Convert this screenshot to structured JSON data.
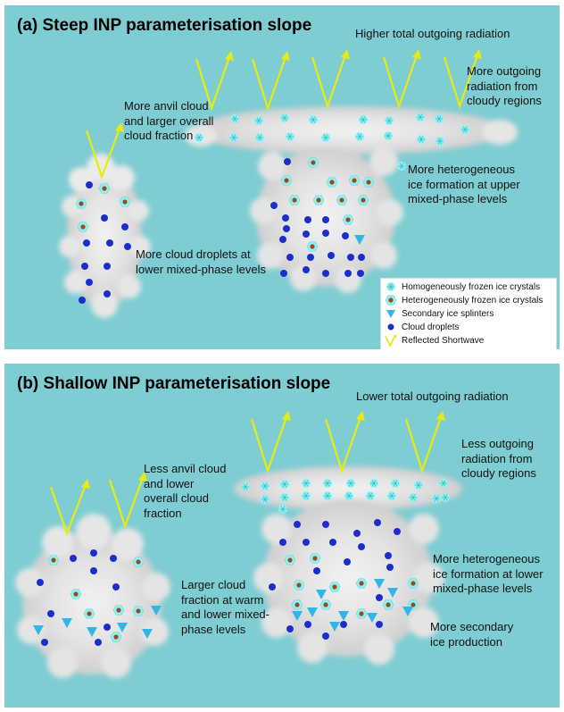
{
  "panel_a": {
    "title": "(a) Steep INP parameterisation slope",
    "annotations": {
      "total_radiation": "Higher total outgoing radiation",
      "cloudy_radiation": "More outgoing\nradiation from\ncloudy regions",
      "anvil": "More anvil cloud\nand larger overall\ncloud fraction",
      "heterogeneous": "More heterogeneous\nice formation at upper\nmixed-phase levels",
      "droplets": "More cloud droplets at\nlower mixed-phase levels"
    },
    "legend": [
      {
        "icon": "homogeneous-ice-icon",
        "label": "Homogeneously frozen ice crystals"
      },
      {
        "icon": "heterogeneous-ice-icon",
        "label": "Heterogeneously frozen ice crystals"
      },
      {
        "icon": "ice-splinter-icon",
        "label": "Secondary ice splinters"
      },
      {
        "icon": "cloud-droplet-icon",
        "label": "Cloud droplets"
      },
      {
        "icon": "reflected-shortwave-icon",
        "label": "Reflected Shortwave"
      }
    ]
  },
  "panel_b": {
    "title": "(b) Shallow INP parameterisation slope",
    "annotations": {
      "total_radiation": "Lower total outgoing radiation",
      "cloudy_radiation": "Less outgoing\nradiation from\ncloudy regions",
      "anvil": "Less anvil cloud\nand lower\noverall cloud\nfraction",
      "cloud_fraction": "Larger cloud\nfraction at warm\nand lower mixed-\nphase levels",
      "heterogeneous": "More heterogeneous\nice formation at lower\nmixed-phase levels",
      "secondary": "More secondary\nice production"
    }
  },
  "colors": {
    "sky": "#7ecdd3",
    "cloud": "#ececec",
    "droplet": "#1b2fc8",
    "homogeneous_ice": "#8ff3f4",
    "heterogeneous_core": "#a0481a",
    "splinter": "#33b5e5",
    "shortwave": "#e8ea14"
  }
}
